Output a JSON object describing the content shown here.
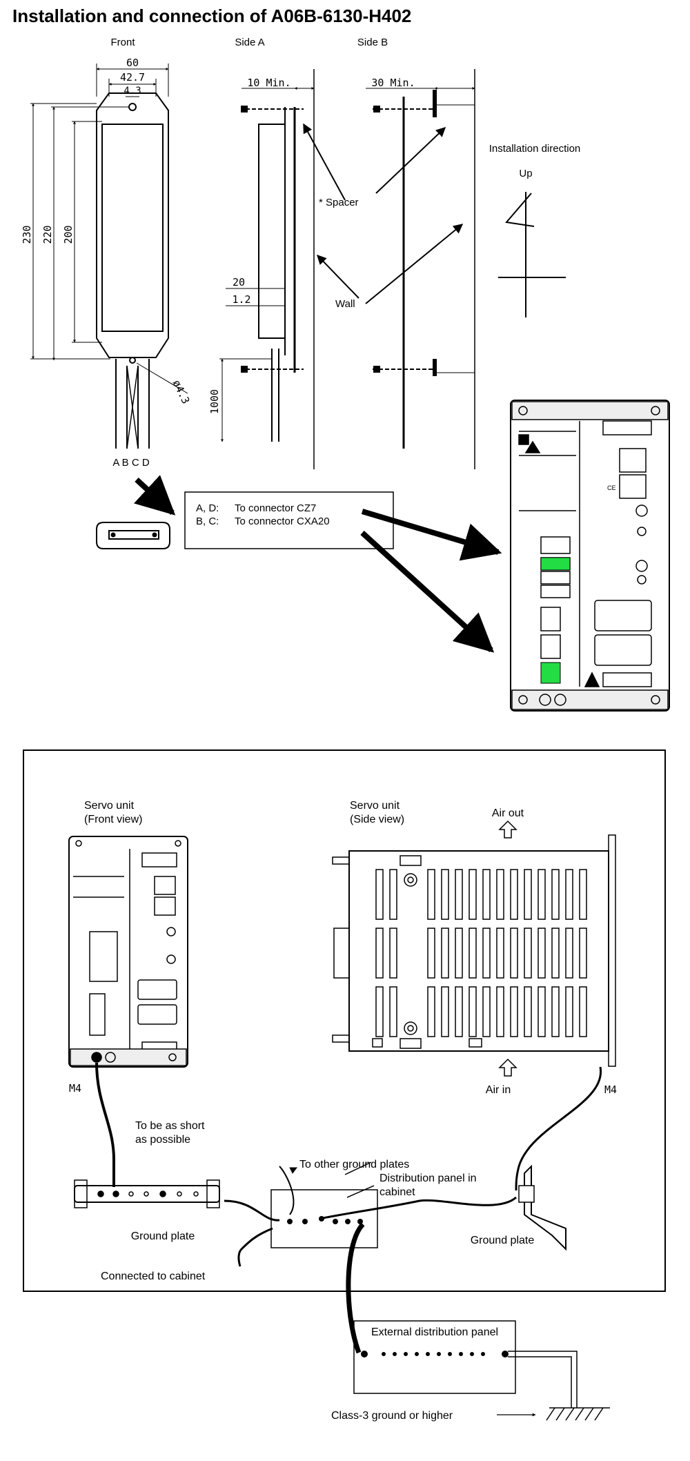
{
  "title": "Installation and connection of A06B-6130-H402",
  "views": {
    "front": "Front",
    "side_a": "Side A",
    "side_b": "Side B"
  },
  "dimensions": {
    "width_60": "60",
    "width_42_7": "42.7",
    "width_4_3": "4.3",
    "h_230": "230",
    "h_220": "220",
    "h_200": "200",
    "hole": "ø4.3",
    "min10": "10 Min.",
    "min30": "30 Min.",
    "d20": "20",
    "d1_2": "1.2",
    "d1000": "1000"
  },
  "labels": {
    "spacer": "* Spacer",
    "wall": "Wall",
    "install_direction": "Installation direction",
    "up": "Up",
    "wires": "A B C D"
  },
  "connector_note": {
    "line1_key": "A, D:",
    "line1_val": "To connector CZ7",
    "line2_key": "B, C:",
    "line2_val": "To connector CXA20"
  },
  "grounding": {
    "servo_front": [
      "Servo unit",
      "(Front view)"
    ],
    "servo_side": [
      "Servo unit",
      "(Side view)"
    ],
    "air_out": "Air out",
    "air_in": "Air in",
    "m4_left": "M4",
    "m4_right": "M4",
    "short": [
      "To be as short",
      "as possible"
    ],
    "other_ground": "To other ground plates",
    "dist_panel": [
      "Distribution panel in",
      "cabinet"
    ],
    "ground_plate_left": "Ground plate",
    "ground_plate_right": "Ground plate",
    "connected_cabinet": "Connected to cabinet",
    "external_panel": "External distribution panel",
    "class3": "Class-3 ground or higher"
  },
  "colors": {
    "line": "#000000",
    "highlight": "#22dd44"
  }
}
